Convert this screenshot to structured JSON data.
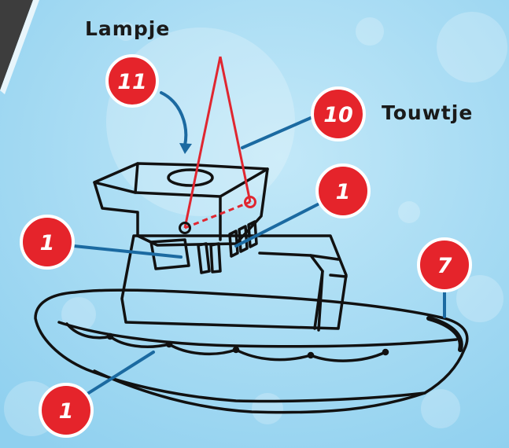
{
  "labels": {
    "lampje": "Lampje",
    "touwtje": "Touwtje"
  },
  "badges": [
    {
      "id": "lamp",
      "number": "11"
    },
    {
      "id": "rope",
      "number": "10"
    },
    {
      "id": "window-right",
      "number": "1"
    },
    {
      "id": "window-left",
      "number": "1"
    },
    {
      "id": "stern",
      "number": "7"
    },
    {
      "id": "hull",
      "number": "1"
    }
  ],
  "colors": {
    "background": "#a9dcf3",
    "badge_fill": "#e5242b",
    "leader_line": "#1b6aa1",
    "rope": "#e02630",
    "outline": "#111111",
    "corner_dark": "#3d3d3d"
  }
}
